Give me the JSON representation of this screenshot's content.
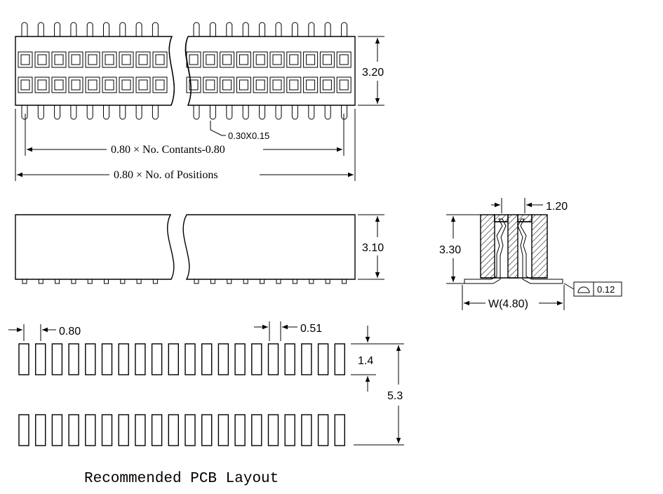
{
  "top_view": {
    "height_label": "3.20",
    "pin_size_label": "0.30X0.15",
    "contacts_label": "0.80 × No. Contants-0.80",
    "positions_label": "0.80 × No. of Positions"
  },
  "side_view": {
    "height_label": "3.10"
  },
  "cross_section": {
    "height_label": "3.30",
    "width_label": "1.20",
    "span_label": "W(4.80)",
    "coplanarity_label": "0.12"
  },
  "pcb_layout": {
    "pitch_label": "0.80",
    "pad_width_label": "0.51",
    "pad_length_label": "1.4",
    "overall_label": "5.3",
    "caption": "Recommended PCB Layout"
  }
}
